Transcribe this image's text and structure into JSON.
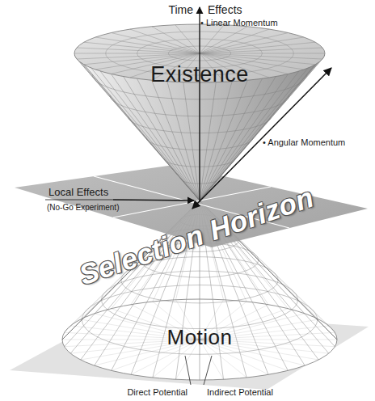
{
  "diagram": {
    "nodes": [
      {
        "text": [
          "Existence"
        ]
      },
      {
        "text": [
          "Selection Horizon"
        ]
      },
      {
        "text": [
          "Motion"
        ]
      }
    ],
    "labels": [
      "Time",
      "Effects",
      "• Linear Momentum",
      "• Angular Momentum",
      "Local Effects",
      "(No-Go Experiment)",
      "Direct Potential",
      "Indirect Potential"
    ]
  }
}
